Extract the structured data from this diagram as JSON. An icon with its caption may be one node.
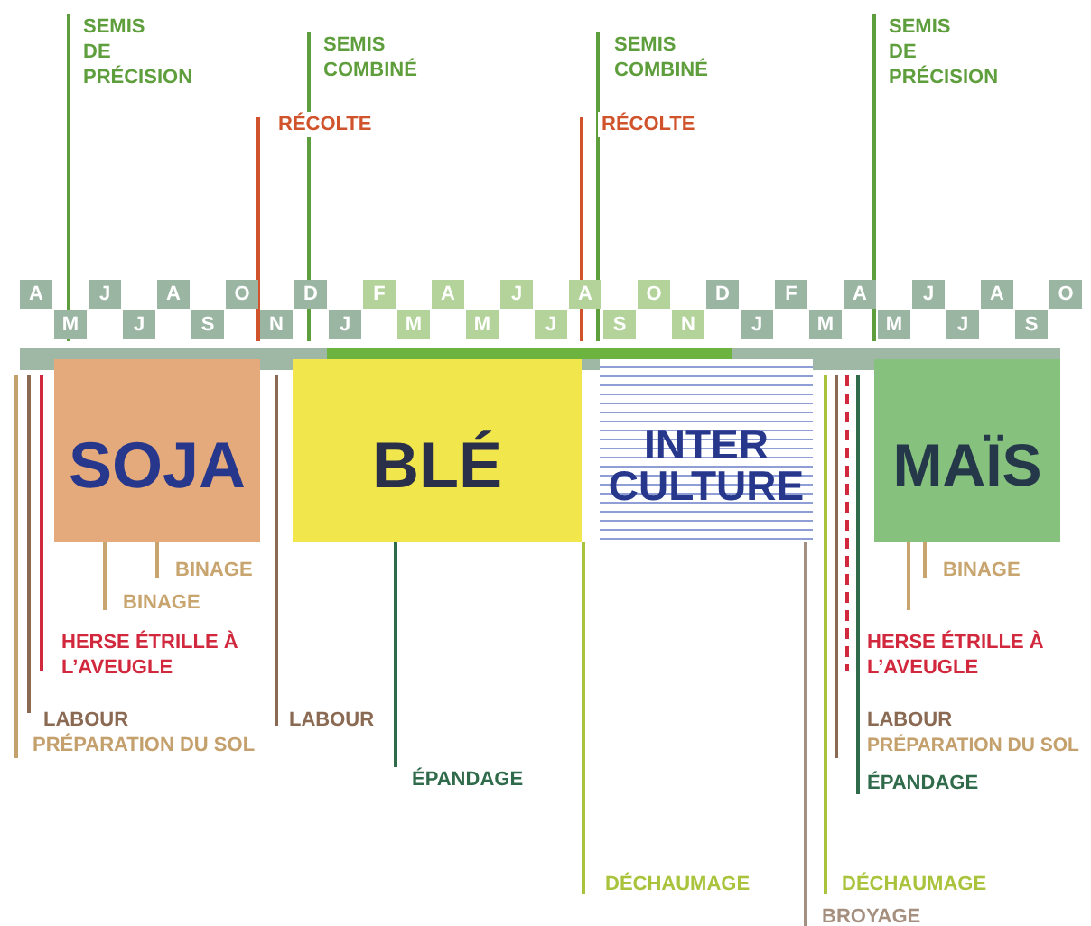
{
  "diagram": {
    "nodes": [
      {
        "text": [
          "SOJA"
        ],
        "beside": [
          "BINAGE",
          "BINAGE"
        ]
      },
      {
        "text": [
          "BLÉ"
        ]
      },
      {
        "text": [
          "INTER CULTURE"
        ],
        "beside": [
          "DÉCHAUMAGE",
          "BROYAGE"
        ]
      },
      {
        "text": [
          "MAÏS"
        ],
        "beside": [
          "BINAGE"
        ]
      },
      {
        "text": [
          "ÉPANDAGE"
        ]
      }
    ],
    "edges": [
      {
        "from": 1,
        "to": 4,
        "arrow": "none"
      }
    ],
    "labels": [
      "SEMIS DE PRÉCISION",
      "SEMIS COMBINÉ",
      "SEMIS COMBINÉ",
      "SEMIS DE PRÉCISION",
      "RÉCOLTE",
      "RÉCOLTE",
      "A",
      "J",
      "A",
      "O",
      "D",
      "F",
      "A",
      "J",
      "A",
      "O",
      "D",
      "F",
      "A",
      "J",
      "A",
      "O",
      "M",
      "J",
      "S",
      "N",
      "J",
      "M",
      "M",
      "J",
      "S",
      "N",
      "J",
      "M",
      "M",
      "J",
      "S",
      "HERSE ÉTRILLE À L’AVEUGLE",
      "LABOUR",
      "PRÉPARATION DU SOL",
      "LABOUR",
      "DÉCHAUMAGE",
      "HERSE ÉTRILLE À L’AVEUGLE",
      "LABOUR",
      "PRÉPARATION DU SOL",
      "ÉPANDAGE"
    ]
  }
}
